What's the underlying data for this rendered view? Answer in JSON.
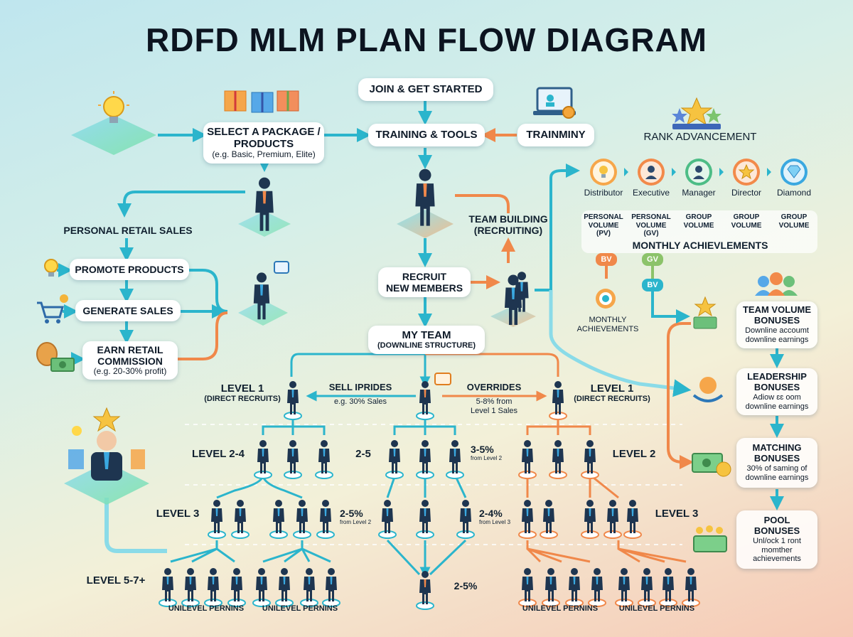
{
  "title": "RDFD MLM PLAN FLOW DIAGRAM",
  "top_flow": {
    "join": "JOIN & GET STARTED",
    "package_line1": "SELECT A PACKAGE /",
    "package_line2": "PRODUCTS",
    "package_example": "(e.g. Basic, Premium, Elite)",
    "training": "TRAINING & TOOLS",
    "trainminy": "TRAINMINY"
  },
  "retail": {
    "heading": "PERSONAL RETAIL SALES",
    "promote": "PROMOTE PRODUCTS",
    "generate": "GENERATE SALES",
    "earn_line1": "EARN RETAIL",
    "earn_line2": "COMMISSION",
    "earn_example": "(e.g. 20-30% profit)"
  },
  "team_building": {
    "line1": "TEAM BUILDING",
    "line2": "(RECRUITING)",
    "recruit_line1": "RECRUIT",
    "recruit_line2": "NEW MEMBERS",
    "my_team": "MY TEAM",
    "my_team_sub": "(DOWNLINE STRUCTURE)"
  },
  "rank": {
    "heading": "RANK ADVANCEMENT",
    "ranks": [
      "Distributor",
      "Executive",
      "Manager",
      "Director",
      "Diamond"
    ],
    "metrics": [
      [
        "PERSONAL",
        "VOLUME",
        "(PV)"
      ],
      [
        "PERSONAL",
        "VOLUME",
        "(GV)"
      ],
      [
        "GROUP",
        "VOLUME"
      ],
      [
        "GROUP",
        "VOLUME"
      ],
      [
        "GROUP",
        "VOLUME"
      ]
    ],
    "monthly": "MONTHLY ACHIEVLEMENTS",
    "pill_bv1": "BV",
    "pill_gv": "GV",
    "pill_bv2": "BV",
    "monthly_target_line1": "MONTHLY",
    "monthly_target_line2": "ACHIEVEMENTS"
  },
  "bonuses": {
    "team_line1": "TEAM VOLUME",
    "team_line2": "BONUSES",
    "team_desc1": "Downline accoumt",
    "team_desc2": "downline earnings",
    "leadership_line1": "LEADERSHIP",
    "leadership_line2": "BONUSES",
    "leadership_desc1": "Adiow ɛɛ oom",
    "leadership_desc2": "downline earnings",
    "matching_line1": "MATCHING",
    "matching_line2": "BONUSES",
    "matching_desc1": "30% of saming of",
    "matching_desc2": "downline earnings",
    "pool_line1": "POOL",
    "pool_line2": "BONUSES",
    "pool_desc1": "Unl/ock 1 ront",
    "pool_desc2": "momther",
    "pool_desc3": "achievements"
  },
  "levels": {
    "level1_left": "LEVEL 1",
    "level1_left_sub": "(DIRECT RECRUITS)",
    "level1_right": "LEVEL 1",
    "level1_right_sub": "(DIRECT RECRUITS)",
    "sell": "SELL IPRIDES",
    "sell_sub": "e.g. 30% Sales",
    "overrides": "OVERRIDES",
    "overrides_sub1": "5-8% from",
    "overrides_sub2": "Level 1 Sales",
    "level24": "LEVEL 2-4",
    "pct_25_a": "2-5",
    "pct_35": "3-5%",
    "pct_35_sub": "from Level 2",
    "level2_right": "LEVEL 2",
    "level3_left": "LEVEL 3",
    "pct_25_b": "2-5%",
    "pct_25_b_sub": "from Level 2",
    "pct_24": "2-4%",
    "pct_24_sub": "from Level 3",
    "level3_right": "LEVEL 3",
    "level57": "LEVEL 5-7+",
    "pct_25_c": "2-5%",
    "unilevel": [
      "UNILEVEL PERNINS",
      "UNILEVEL PERNINS",
      "UNILEVEL PERNINS",
      "UNILEVEL PERNINS"
    ]
  },
  "colors": {
    "teal": "#2bb5cc",
    "orange": "#f0884a",
    "navy": "#1e3550",
    "title": "#0c1420"
  },
  "icons": [
    "lightbulb-icon",
    "gift-boxes-icon",
    "laptop-gear-icon",
    "stars-icon",
    "shopping-cart-icon",
    "money-bag-icon",
    "diamond-icon",
    "trophy-icon"
  ]
}
